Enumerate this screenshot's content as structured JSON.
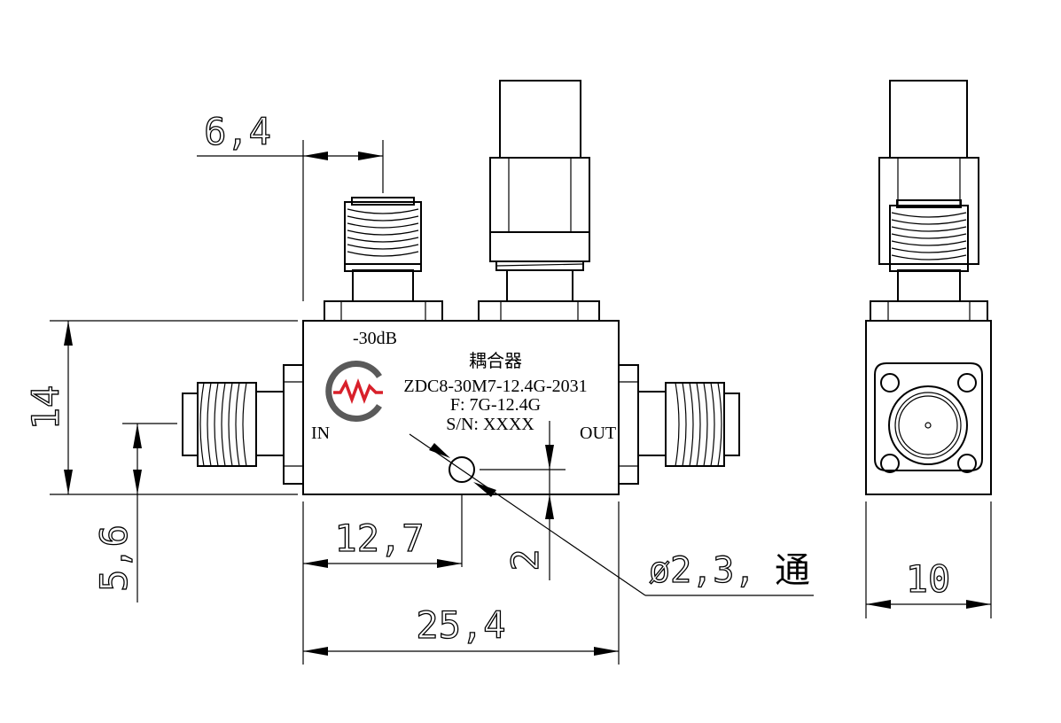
{
  "dimensions": {
    "top_offset": "6,4",
    "height": "14",
    "hole_y": "5,6",
    "hole_x": "12,7",
    "width": "25,4",
    "hole_dy": "2",
    "depth": "10"
  },
  "hole_note": {
    "prefix": "ø2,3,",
    "suffix": "通"
  },
  "labels": {
    "coupling": "-30dB",
    "product_name": "耦合器",
    "model": "ZDC8-30M7-12.4G-2031",
    "frequency": "F: 7G-12.4G",
    "serial": "S/N: XXXX",
    "input": "IN",
    "output": "OUT"
  },
  "colors": {
    "logo_gray": "#5a5a5a",
    "logo_red": "#d8202a",
    "line": "#000000"
  }
}
